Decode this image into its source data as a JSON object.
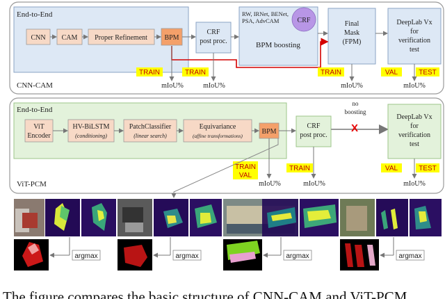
{
  "cnn_cam": {
    "group_label": "End-to-End",
    "section_label": "CNN-CAM",
    "cnn": "CNN",
    "cam": "CAM",
    "proper_refinement": "Proper Refinement",
    "bpm": "BPM",
    "crf_line1": "CRF",
    "crf_line2": "post proc.",
    "methods_line1": "RW, IRNet, BENet,",
    "methods_line2": "PSA, AdvCAM",
    "crf_circle": "CRF",
    "bpm_boosting": "BPM boosting",
    "final_line1": "Final",
    "final_line2": "Mask",
    "final_line3": "(FPM)",
    "deeplab_line1": "DeepLab Vx",
    "deeplab_line2": "for",
    "deeplab_line3": "verification",
    "deeplab_line4": "test",
    "train_1": "TRAIN",
    "train_2": "TRAIN",
    "train_3": "TRAIN",
    "val": "VAL",
    "test": "TEST",
    "miou_1": "mIoU%",
    "miou_2": "mIoU%",
    "miou_3": "mIoU%",
    "miou_4": "mIoU%"
  },
  "vit_pcm": {
    "group_label": "End-to-End",
    "section_label": "ViT-PCM",
    "vit_line1": "ViT",
    "vit_line2": "Encoder",
    "hv_title": "HV-BiLSTM",
    "hv_sub": "(conditioning)",
    "patch_title": "PatchClassifier",
    "patch_sub": "(linear search)",
    "equi_title": "Equivariance",
    "equi_sub": "(affine transformations)",
    "bpm": "BPM",
    "crf_line1": "CRF",
    "crf_line2": "post proc.",
    "no_boost_line1": "no",
    "no_boost_line2": "boosting",
    "cross": "X",
    "deeplab_line1": "DeepLab Vx",
    "deeplab_line2": "for",
    "deeplab_line3": "verification",
    "deeplab_line4": "test",
    "train_val_line1": "TRAIN",
    "train_val_line2": "VAL",
    "train": "TRAIN",
    "val": "VAL",
    "test": "TEST",
    "miou_1": "mIoU%",
    "miou_2": "mIoU%",
    "miou_3": "mIoU%"
  },
  "examples": {
    "argmax_1": "argmax",
    "argmax_2": "argmax",
    "argmax_3": "argmax",
    "argmax_4": "argmax"
  },
  "caption": "The figure compares the basic structure of CNN-CAM and ViT-PCM"
}
